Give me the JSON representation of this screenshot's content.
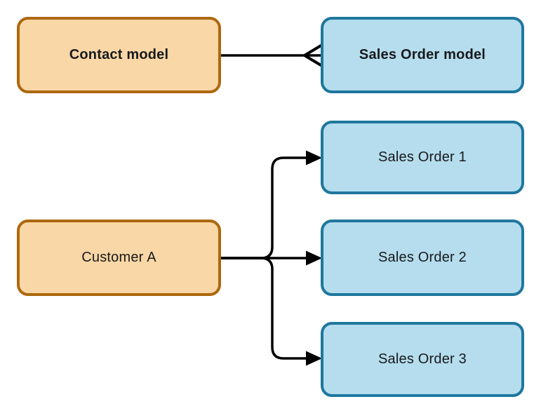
{
  "diagram": {
    "type": "entity-relationship-flow",
    "background": "#ffffff",
    "colors": {
      "orange_fill": "#fad7a6",
      "orange_border": "#ad680e",
      "blue_fill": "#b5dded",
      "blue_border": "#1f779e",
      "line": "#000000",
      "text": "#17191d"
    },
    "nodes": [
      {
        "id": "contact-model",
        "label": "Contact model",
        "style": "orange",
        "emphasis": "bold"
      },
      {
        "id": "sales-order-model",
        "label": "Sales Order model",
        "style": "blue",
        "emphasis": "bold"
      },
      {
        "id": "sales-order-1",
        "label": "Sales Order 1",
        "style": "blue",
        "emphasis": "regular"
      },
      {
        "id": "customer-a",
        "label": "Customer A",
        "style": "orange",
        "emphasis": "regular"
      },
      {
        "id": "sales-order-2",
        "label": "Sales Order 2",
        "style": "blue",
        "emphasis": "regular"
      },
      {
        "id": "sales-order-3",
        "label": "Sales Order 3",
        "style": "blue",
        "emphasis": "regular"
      }
    ],
    "edges": [
      {
        "from": "contact-model",
        "to": "sales-order-model",
        "notation": "one-to-many crow's foot"
      },
      {
        "from": "customer-a",
        "to": "sales-order-1",
        "notation": "arrow"
      },
      {
        "from": "customer-a",
        "to": "sales-order-2",
        "notation": "arrow"
      },
      {
        "from": "customer-a",
        "to": "sales-order-3",
        "notation": "arrow"
      }
    ]
  }
}
